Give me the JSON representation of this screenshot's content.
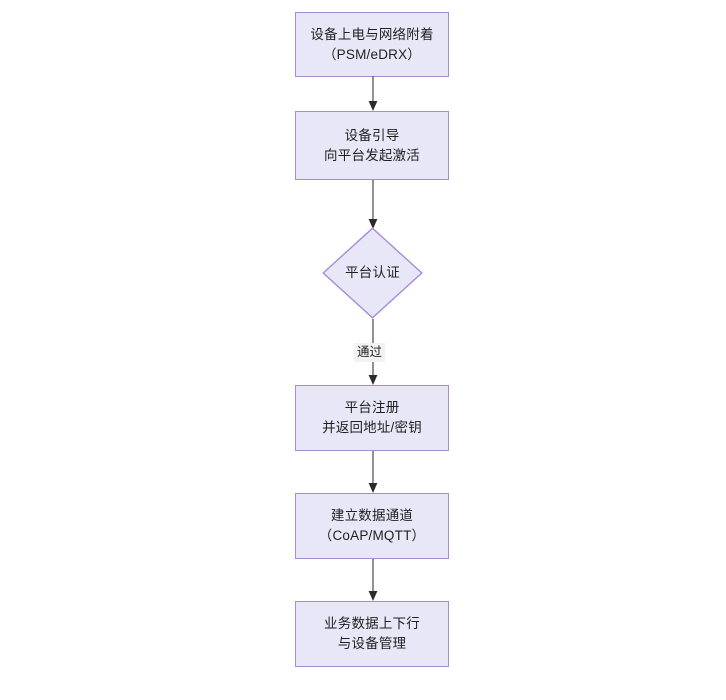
{
  "diagram": {
    "type": "flowchart",
    "orientation": "top-to-bottom",
    "title": "",
    "colors": {
      "node_fill": "#e8e7f7",
      "node_border": "#a98bd4",
      "text": "#1f1f1f",
      "edge": "#4a4a4a",
      "edge_label_bg": "#f2f2f2",
      "background": "#ffffff"
    },
    "nodes": [
      {
        "id": "n1",
        "shape": "rect",
        "line1": "设备上电与网络附着",
        "line2": "（PSM/eDRX）"
      },
      {
        "id": "n2",
        "shape": "rect",
        "line1": "设备引导",
        "line2": "向平台发起激活"
      },
      {
        "id": "n3",
        "shape": "diamond",
        "line1": "平台认证",
        "line2": ""
      },
      {
        "id": "n4",
        "shape": "rect",
        "line1": "平台注册",
        "line2": "并返回地址/密钥"
      },
      {
        "id": "n5",
        "shape": "rect",
        "line1": "建立数据通道",
        "line2": "（CoAP/MQTT）"
      },
      {
        "id": "n6",
        "shape": "rect",
        "line1": "业务数据上下行",
        "line2": "与设备管理"
      }
    ],
    "edges": [
      {
        "id": "e1",
        "from": "n1",
        "to": "n2",
        "label": ""
      },
      {
        "id": "e2",
        "from": "n2",
        "to": "n3",
        "label": ""
      },
      {
        "id": "e3",
        "from": "n3",
        "to": "n4",
        "label": "通过"
      },
      {
        "id": "e4",
        "from": "n4",
        "to": "n5",
        "label": ""
      },
      {
        "id": "e5",
        "from": "n5",
        "to": "n6",
        "label": ""
      }
    ]
  }
}
